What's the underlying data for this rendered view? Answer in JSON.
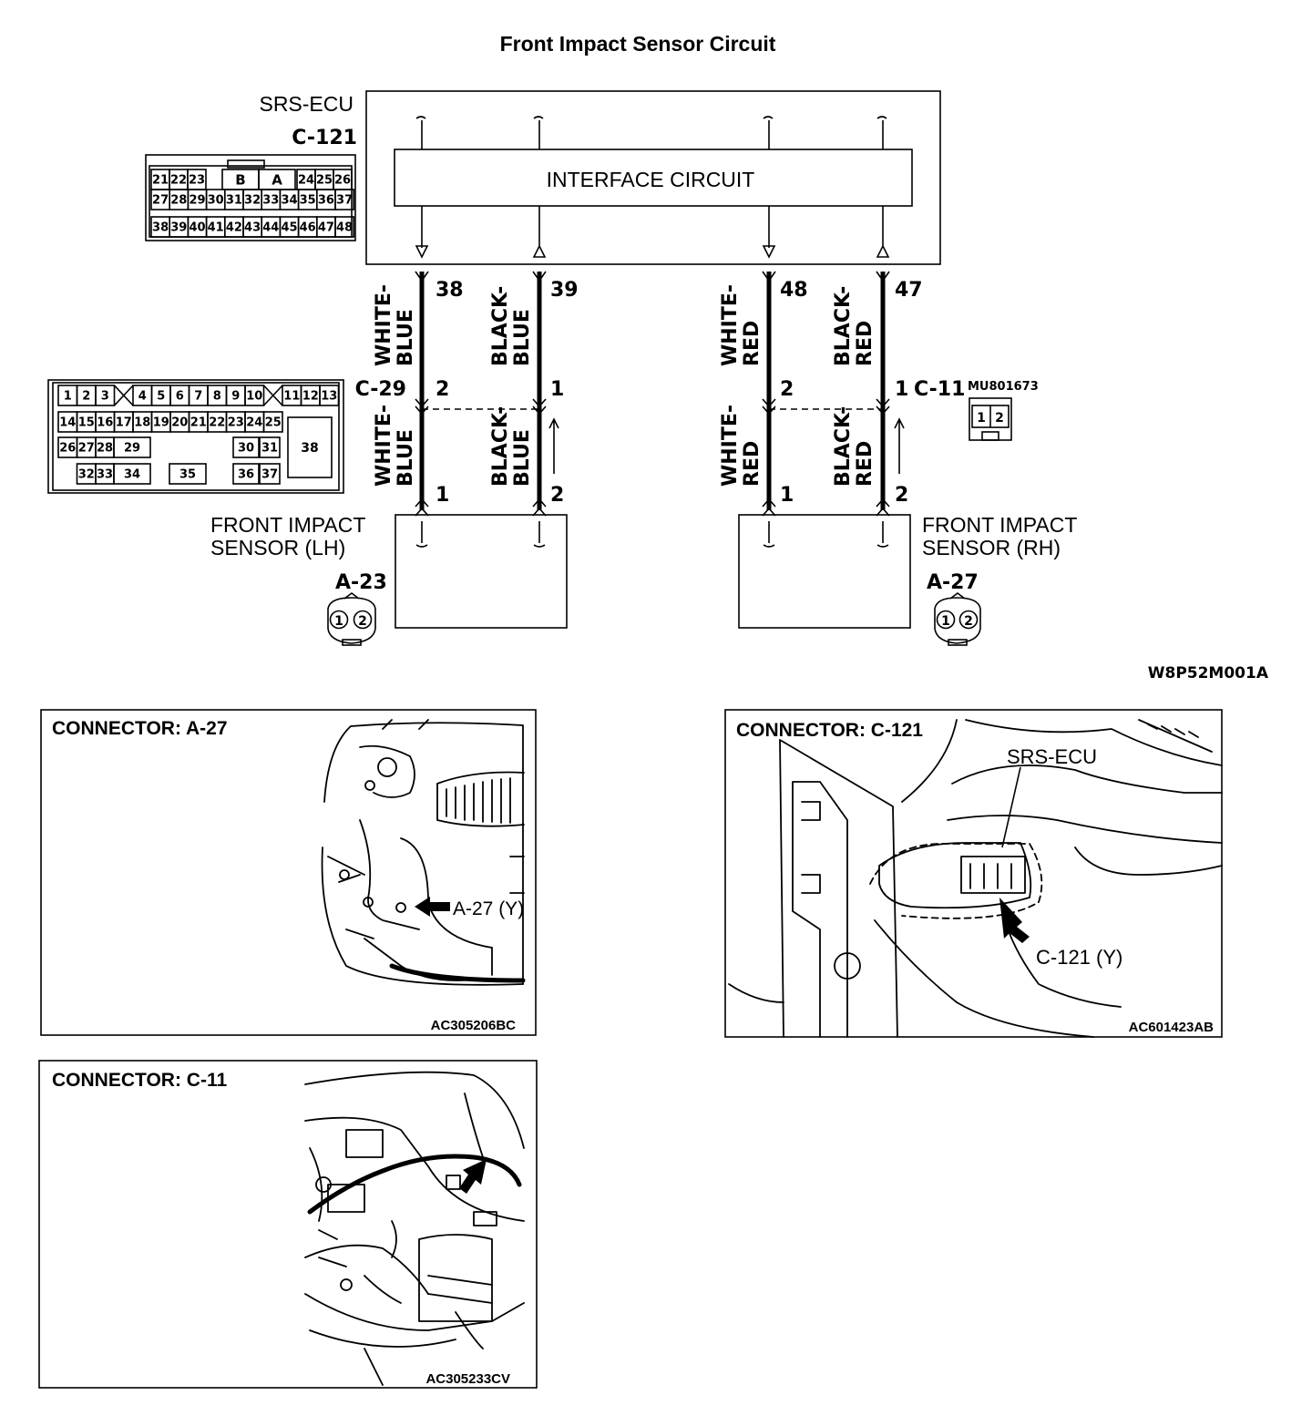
{
  "title": "Front Impact Sensor Circuit",
  "ecu": {
    "name": "SRS-ECU",
    "connector": "C-121",
    "interface_label": "INTERFACE CIRCUIT",
    "connector_face": {
      "row1": [
        "21",
        "22",
        "23",
        "B",
        "A",
        "24",
        "25",
        "26"
      ],
      "row2": [
        "27",
        "28",
        "29",
        "30",
        "31",
        "32",
        "33",
        "34",
        "35",
        "36",
        "37"
      ],
      "row3": [
        "38",
        "39",
        "40",
        "41",
        "42",
        "43",
        "44",
        "45",
        "46",
        "47",
        "48"
      ]
    }
  },
  "junction": {
    "left_name": "C-29",
    "right_name": "C-11",
    "part_number": "MU801673",
    "c11_pins": [
      "1",
      "2"
    ],
    "c29_face": {
      "row1": [
        "1",
        "2",
        "3",
        "4",
        "5",
        "6",
        "7",
        "8",
        "9",
        "10",
        "11",
        "12",
        "13"
      ],
      "row2": [
        "14",
        "15",
        "16",
        "17",
        "18",
        "19",
        "20",
        "21",
        "22",
        "23",
        "24",
        "25"
      ],
      "row3": [
        "26",
        "27",
        "28",
        "29",
        "30",
        "31"
      ],
      "row4": [
        "32",
        "33",
        "34",
        "35",
        "36",
        "37"
      ],
      "big": "38"
    }
  },
  "wires": [
    {
      "ecu_pin": "38",
      "color": "WHITE-BLUE",
      "junction_pin_top": "2",
      "junction_pin_bottom": "1",
      "sensor_pin": "1"
    },
    {
      "ecu_pin": "39",
      "color": "BLACK-BLUE",
      "junction_pin_top": "1",
      "junction_pin_bottom": "2",
      "sensor_pin": "2"
    },
    {
      "ecu_pin": "48",
      "color": "WHITE-RED",
      "junction_pin_top": "2",
      "junction_pin_bottom": "1",
      "sensor_pin": "1"
    },
    {
      "ecu_pin": "47",
      "color": "BLACK-RED",
      "junction_pin_top": "1",
      "junction_pin_bottom": "2",
      "sensor_pin": "2"
    }
  ],
  "wire_labels": {
    "white": "WHITE-",
    "black": "BLACK-",
    "blue": "BLUE",
    "red": "RED"
  },
  "sensors": {
    "lh": {
      "line1": "FRONT IMPACT",
      "line2": "SENSOR (LH)",
      "connector": "A-23",
      "pins": [
        "1",
        "2"
      ]
    },
    "rh": {
      "line1": "FRONT IMPACT",
      "line2": "SENSOR (RH)",
      "connector": "A-27",
      "pins": [
        "1",
        "2"
      ]
    }
  },
  "diagram_code": "W8P52M001A",
  "panels": {
    "a27": {
      "title": "CONNECTOR: A-27",
      "callout": "A-27 (Y)",
      "code": "AC305206BC"
    },
    "c121": {
      "title": "CONNECTOR: C-121",
      "ecu_label": "SRS-ECU",
      "callout": "C-121 (Y)",
      "code": "AC601423AB"
    },
    "c11": {
      "title": "CONNECTOR: C-11",
      "code": "AC305233CV"
    }
  }
}
